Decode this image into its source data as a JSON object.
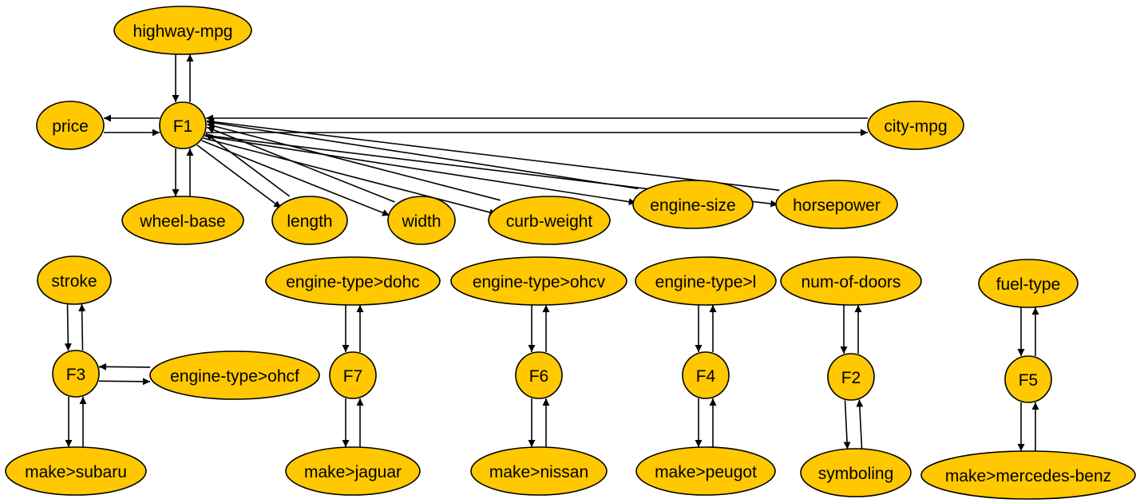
{
  "colors": {
    "node_fill": "#ffc800",
    "stroke": "#000000",
    "background": "#ffffff"
  },
  "factors": {
    "f1": "F1",
    "f2": "F2",
    "f3": "F3",
    "f4": "F4",
    "f5": "F5",
    "f6": "F6",
    "f7": "F7"
  },
  "variables": {
    "highway_mpg": "highway-mpg",
    "price": "price",
    "wheel_base": "wheel-base",
    "length": "length",
    "width": "width",
    "curb_weight": "curb-weight",
    "engine_size": "engine-size",
    "horsepower": "horsepower",
    "city_mpg": "city-mpg",
    "stroke": "stroke",
    "engine_type_ohcf": "engine-type>ohcf",
    "make_subaru": "make>subaru",
    "engine_type_dohc": "engine-type>dohc",
    "make_jaguar": "make>jaguar",
    "engine_type_ohcv": "engine-type>ohcv",
    "make_nissan": "make>nissan",
    "engine_type_l": "engine-type>l",
    "make_peugot": "make>peugot",
    "num_of_doors": "num-of-doors",
    "symboling": "symboling",
    "fuel_type": "fuel-type",
    "make_mercedes_benz": "make>mercedes-benz"
  },
  "edges": [
    {
      "from": "factors.f1",
      "to": "variables.highway_mpg"
    },
    {
      "from": "variables.highway_mpg",
      "to": "factors.f1"
    },
    {
      "from": "factors.f1",
      "to": "variables.price"
    },
    {
      "from": "variables.price",
      "to": "factors.f1"
    },
    {
      "from": "factors.f1",
      "to": "variables.wheel_base"
    },
    {
      "from": "variables.wheel_base",
      "to": "factors.f1"
    },
    {
      "from": "factors.f1",
      "to": "variables.length"
    },
    {
      "from": "variables.length",
      "to": "factors.f1"
    },
    {
      "from": "factors.f1",
      "to": "variables.width"
    },
    {
      "from": "variables.width",
      "to": "factors.f1"
    },
    {
      "from": "factors.f1",
      "to": "variables.curb_weight"
    },
    {
      "from": "variables.curb_weight",
      "to": "factors.f1"
    },
    {
      "from": "factors.f1",
      "to": "variables.engine_size"
    },
    {
      "from": "variables.engine_size",
      "to": "factors.f1"
    },
    {
      "from": "factors.f1",
      "to": "variables.horsepower"
    },
    {
      "from": "variables.horsepower",
      "to": "factors.f1"
    },
    {
      "from": "factors.f1",
      "to": "variables.city_mpg"
    },
    {
      "from": "variables.city_mpg",
      "to": "factors.f1"
    },
    {
      "from": "factors.f3",
      "to": "variables.stroke"
    },
    {
      "from": "variables.stroke",
      "to": "factors.f3"
    },
    {
      "from": "factors.f3",
      "to": "variables.engine_type_ohcf"
    },
    {
      "from": "variables.engine_type_ohcf",
      "to": "factors.f3"
    },
    {
      "from": "factors.f3",
      "to": "variables.make_subaru"
    },
    {
      "from": "variables.make_subaru",
      "to": "factors.f3"
    },
    {
      "from": "factors.f7",
      "to": "variables.engine_type_dohc"
    },
    {
      "from": "variables.engine_type_dohc",
      "to": "factors.f7"
    },
    {
      "from": "factors.f7",
      "to": "variables.make_jaguar"
    },
    {
      "from": "variables.make_jaguar",
      "to": "factors.f7"
    },
    {
      "from": "factors.f6",
      "to": "variables.engine_type_ohcv"
    },
    {
      "from": "variables.engine_type_ohcv",
      "to": "factors.f6"
    },
    {
      "from": "factors.f6",
      "to": "variables.make_nissan"
    },
    {
      "from": "variables.make_nissan",
      "to": "factors.f6"
    },
    {
      "from": "factors.f4",
      "to": "variables.engine_type_l"
    },
    {
      "from": "variables.engine_type_l",
      "to": "factors.f4"
    },
    {
      "from": "factors.f4",
      "to": "variables.make_peugot"
    },
    {
      "from": "variables.make_peugot",
      "to": "factors.f4"
    },
    {
      "from": "factors.f2",
      "to": "variables.num_of_doors"
    },
    {
      "from": "variables.num_of_doors",
      "to": "factors.f2"
    },
    {
      "from": "factors.f2",
      "to": "variables.symboling"
    },
    {
      "from": "variables.symboling",
      "to": "factors.f2"
    },
    {
      "from": "factors.f5",
      "to": "variables.fuel_type"
    },
    {
      "from": "variables.fuel_type",
      "to": "factors.f5"
    },
    {
      "from": "factors.f5",
      "to": "variables.make_mercedes_benz"
    },
    {
      "from": "variables.make_mercedes_benz",
      "to": "factors.f5"
    }
  ]
}
